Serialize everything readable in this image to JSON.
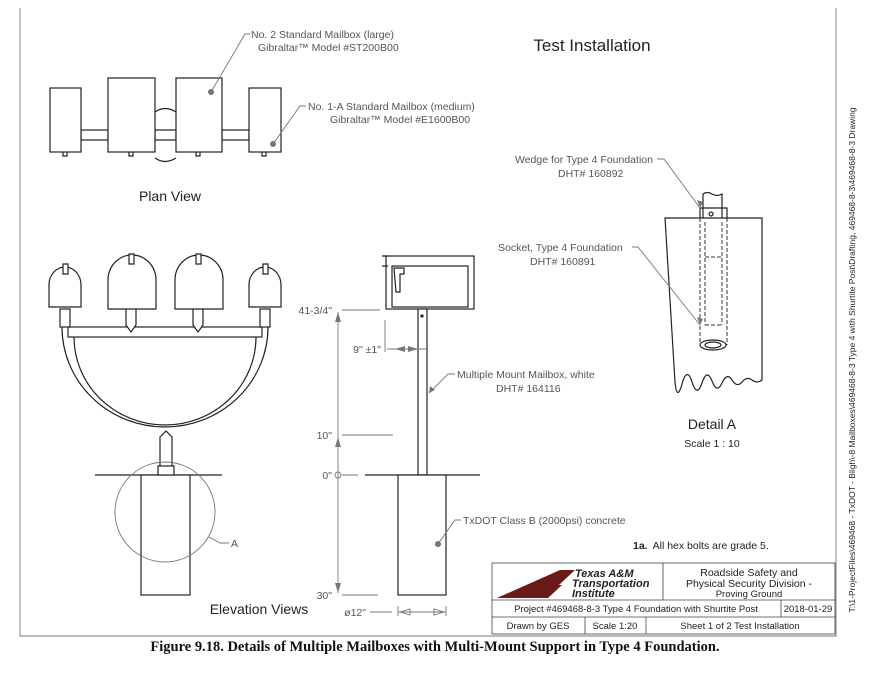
{
  "title": "Test Installation",
  "plan_view": {
    "label": "Plan View",
    "callout_large": [
      "No. 2 Standard Mailbox (large)",
      "Gibraltar™ Model #ST200B00"
    ],
    "callout_medium": [
      "No. 1-A Standard Mailbox (medium)",
      "Gibraltar™ Model #E1600B00"
    ]
  },
  "elevation": {
    "label": "Elevation Views",
    "detail_marker": "A",
    "dims": {
      "top": "41-3/4\"",
      "mid": "10\"",
      "ground": "0\"",
      "bottom": "30\"",
      "offset": "9\" ±1\"",
      "diameter": "ø12\""
    },
    "callout_post": [
      "Multiple Mount Mailbox, white",
      "DHT# 164116"
    ],
    "callout_concrete": "TxDOT Class B (2000psi) concrete"
  },
  "detail": {
    "title": "Detail A",
    "scale": "Scale 1 : 10",
    "callout_wedge": [
      "Wedge for Type 4 Foundation",
      "DHT# 160892"
    ],
    "callout_socket": [
      "Socket, Type 4 Foundation",
      "DHT# 160891"
    ]
  },
  "note": {
    "num": "1a.",
    "text": "All hex bolts are grade 5."
  },
  "title_block": {
    "logo": [
      "Texas A&M",
      "Transportation",
      "Institute"
    ],
    "division": [
      "Roadside Safety and",
      "Physical Security Division -",
      "Proving Ground"
    ],
    "project": "Project #469468-8-3  Type 4 Foundation with Shurtite Post",
    "date": "2018-01-29",
    "drawn_by": "Drawn by GES",
    "scale": "Scale 1:20",
    "sheet": "Sheet 1 of 2  Test Installation",
    "logo_color": "#6b1a1a"
  },
  "file_path": "T:\\1-ProjectFiles\\469468 - TxDOT - Bligh\\-8 Mailboxes\\469468-8-3 Type 4 with Shurtite Post\\Drafting, 469468-8-3\\469468-8-3 Drawing",
  "caption": "Figure 9.18. Details of Multiple Mailboxes with Multi-Mount Support in Type 4 Foundation."
}
